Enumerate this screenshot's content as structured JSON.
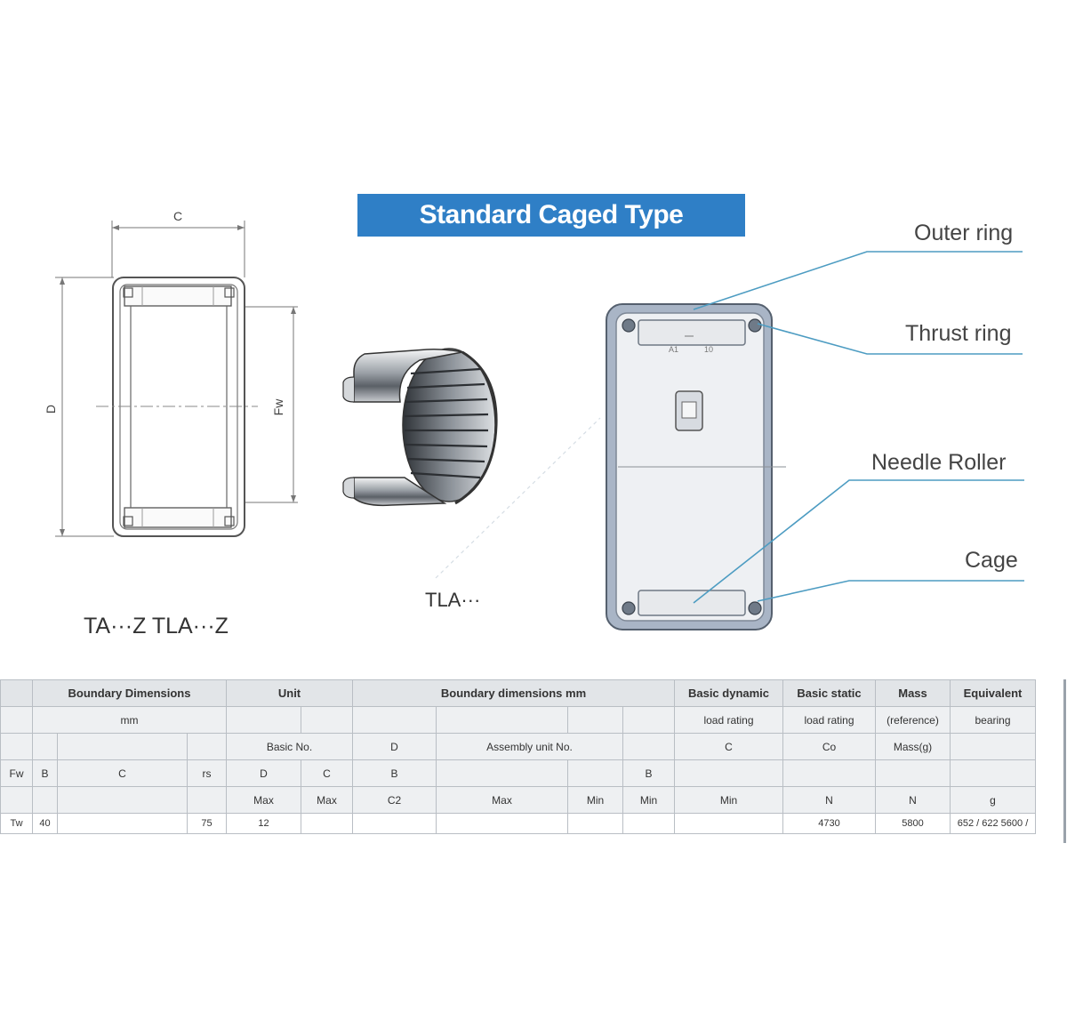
{
  "title": "Standard Caged Type",
  "colors": {
    "banner": "#2f7fc6",
    "callout_line": "#4d9cc2",
    "outline": "#555555"
  },
  "left_drawing": {
    "dim_top": "C",
    "dim_left": "D",
    "dim_right": "Fw",
    "caption": "TA···Z   TLA···Z"
  },
  "middle_caption": "TLA···",
  "callouts": {
    "outer_ring": "Outer ring",
    "thrust_ring": "Thrust ring",
    "needle_roller": "Needle Roller",
    "cage": "Cage"
  },
  "table": {
    "row1": [
      "",
      "Boundary Dimensions",
      "",
      "Unit",
      "Boundary dimensions  mm",
      "",
      "",
      "",
      "",
      "Basic dynamic",
      "Basic static",
      "Mass",
      "Equivalent"
    ],
    "row2": [
      "",
      "mm",
      "",
      "",
      "",
      "",
      "",
      "",
      "",
      "load rating",
      "load rating",
      "(reference)",
      "bearing"
    ],
    "row3": [
      "",
      "",
      "",
      "",
      "Basic No.",
      "",
      "D",
      "Assembly unit No.",
      "",
      "",
      "C",
      "Co",
      "Mass(g)",
      ""
    ],
    "row4": [
      "Fw",
      "B",
      "C",
      "rs",
      "D",
      "C",
      "B",
      "",
      "",
      "B",
      "",
      "",
      "",
      ""
    ],
    "row5": [
      "",
      "",
      "",
      "",
      "Max",
      "Max",
      "C2",
      "Max",
      "Min",
      "Min",
      "Min",
      "N",
      "N",
      "g",
      ""
    ],
    "row6": [
      "Tw",
      "40",
      "",
      "75",
      "12",
      "",
      "",
      "",
      "",
      "",
      "",
      "4730",
      "5800",
      "652 / 622  5600 /"
    ]
  }
}
